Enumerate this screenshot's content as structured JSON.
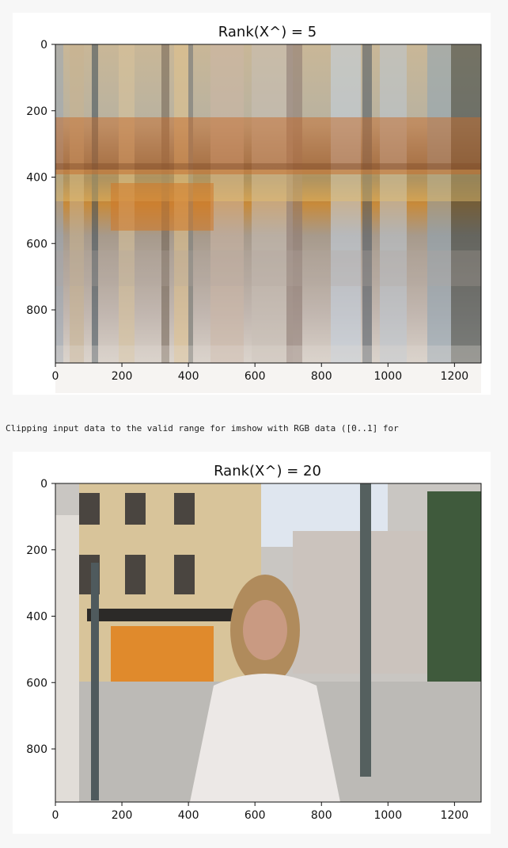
{
  "notebook": {
    "warning_text": "Clipping input data to the valid range for imshow with RGB data ([0..1] for"
  },
  "chart_data": [
    {
      "type": "image",
      "title": "Rank(X^) = 5",
      "xlim": [
        0,
        1280
      ],
      "ylim": [
        960,
        0
      ],
      "x_ticks": [
        "0",
        "200",
        "400",
        "600",
        "800",
        "1000",
        "1200"
      ],
      "y_ticks": [
        "0",
        "200",
        "400",
        "600",
        "800"
      ],
      "render": "rank-5"
    },
    {
      "type": "image",
      "title": "Rank(X^) = 20",
      "xlim": [
        0,
        1280
      ],
      "ylim": [
        960,
        0
      ],
      "x_ticks": [
        "0",
        "200",
        "400",
        "600",
        "800",
        "1000",
        "1200"
      ],
      "y_ticks": [
        "0",
        "200",
        "400",
        "600",
        "800"
      ],
      "render": "rank-20"
    }
  ]
}
